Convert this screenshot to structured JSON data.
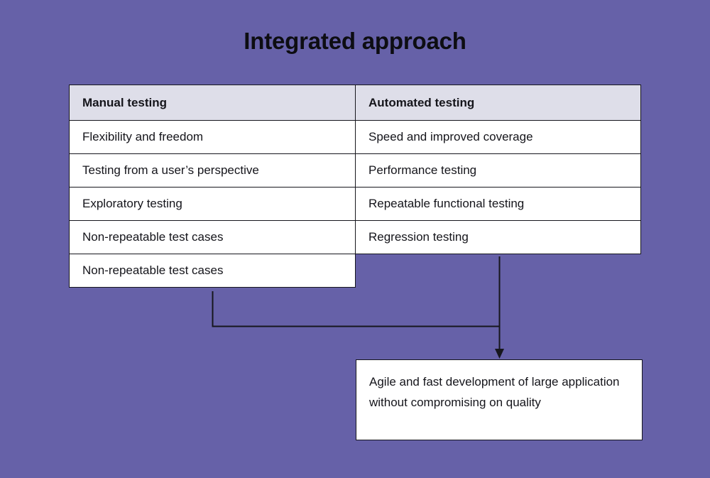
{
  "page": {
    "title": "Integrated approach",
    "background_color": "#6661a8",
    "box_fill": "#ffffff",
    "header_fill": "#dedee9",
    "line_color": "#16161d",
    "text_color": "#15151b"
  },
  "table": {
    "columns": [
      {
        "header": "Manual testing"
      },
      {
        "header": "Automated testing"
      }
    ],
    "rows": [
      {
        "manual": "Flexibility and freedom",
        "automated": "Speed and improved coverage"
      },
      {
        "manual": "Testing from a user’s perspective",
        "automated": "Performance testing"
      },
      {
        "manual": "Exploratory testing",
        "automated": "Repeatable functional testing"
      },
      {
        "manual": "Non-repeatable test cases",
        "automated": "Regression testing"
      },
      {
        "manual": "Non-repeatable test cases",
        "automated": ""
      }
    ]
  },
  "outcome": {
    "text": "Agile and fast development of large application without compromising on quality"
  },
  "connectors": {
    "left_branch_label": "manual-column-connector",
    "right_branch_label": "automated-column-connector",
    "arrow_label": "arrowhead-down"
  }
}
